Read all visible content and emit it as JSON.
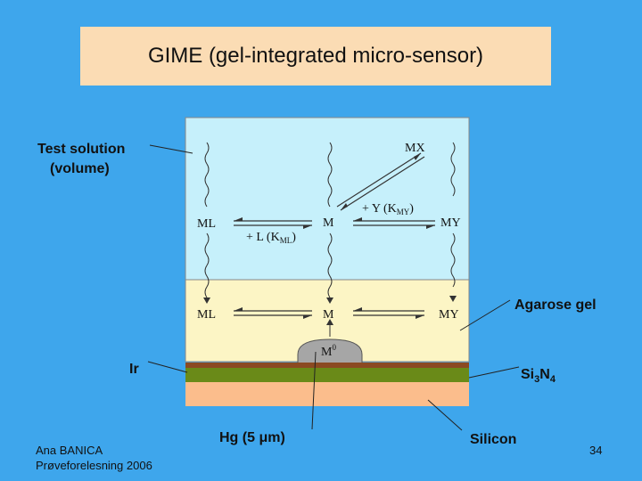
{
  "title": "GIME (gel-integrated micro-sensor)",
  "labels": {
    "test_solution_line1": "Test solution",
    "test_solution_line2": "(volume)",
    "agarose_gel": "Agarose gel",
    "ir": "Ir",
    "si3n4_base": "Si",
    "si3n4_sub1": "3",
    "si3n4_mid": "N",
    "si3n4_sub2": "4",
    "hg": "Hg (5 μm)",
    "silicon": "Silicon"
  },
  "diagram": {
    "mx": "MX",
    "ml_top": "ML",
    "m_top": "M",
    "my_top": "MY",
    "plus_y_prefix": "+ Y (K",
    "plus_y_sub": "MY",
    "plus_y_suffix": ")",
    "plus_l_prefix": "+ L (K",
    "plus_l_sub": "ML",
    "plus_l_suffix": ")",
    "ml_bottom": "ML",
    "m_bottom": "M",
    "my_bottom": "MY",
    "m0_base": "M",
    "m0_sup": "0"
  },
  "footer": {
    "author": "Ana BANICA",
    "event": "Prøveforelesning 2006",
    "page": "34"
  },
  "colors": {
    "background": "#3ea6ec",
    "title_box": "#fbdcb4",
    "solution": "#c6f0fb",
    "gel": "#fcf5c5",
    "hg_drop": "#a6a6a6",
    "ir_layer": "#8b4a22",
    "si3n4_layer": "#6a8a18",
    "silicon": "#fbbd8c"
  }
}
